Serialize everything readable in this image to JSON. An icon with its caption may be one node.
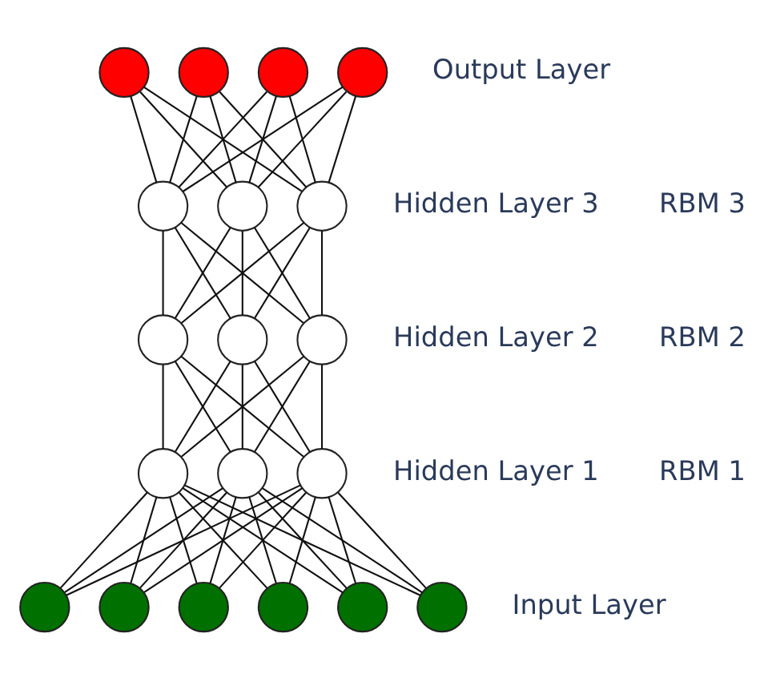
{
  "diagram": {
    "nodes": [
      {
        "text": [],
        "shape": "circle"
      },
      {
        "text": [],
        "shape": "circle"
      },
      {
        "text": [],
        "shape": "circle"
      },
      {
        "text": [],
        "shape": "circle"
      },
      {
        "text": [],
        "shape": "circle"
      },
      {
        "text": [],
        "shape": "circle"
      },
      {
        "text": [],
        "shape": "circle"
      },
      {
        "text": [],
        "shape": "circle"
      },
      {
        "text": [],
        "shape": "circle"
      },
      {
        "text": [],
        "shape": "circle"
      },
      {
        "text": [],
        "shape": "circle"
      },
      {
        "text": [],
        "shape": "circle"
      },
      {
        "text": [],
        "shape": "circle"
      },
      {
        "text": [],
        "shape": "circle"
      },
      {
        "text": [],
        "shape": "circle"
      },
      {
        "text": [],
        "shape": "circle"
      },
      {
        "text": [],
        "shape": "circle"
      },
      {
        "text": [],
        "shape": "circle"
      },
      {
        "text": [],
        "shape": "circle"
      }
    ],
    "edges": [
      {
        "from": 0,
        "to": 4,
        "arrow": "none"
      },
      {
        "from": 0,
        "to": 5,
        "arrow": "none"
      },
      {
        "from": 0,
        "to": 6,
        "arrow": "none"
      },
      {
        "from": 1,
        "to": 4,
        "arrow": "none"
      },
      {
        "from": 1,
        "to": 5,
        "arrow": "none"
      },
      {
        "from": 1,
        "to": 6,
        "arrow": "none"
      },
      {
        "from": 2,
        "to": 4,
        "arrow": "none"
      },
      {
        "from": 2,
        "to": 5,
        "arrow": "none"
      },
      {
        "from": 2,
        "to": 6,
        "arrow": "none"
      },
      {
        "from": 3,
        "to": 4,
        "arrow": "none"
      },
      {
        "from": 3,
        "to": 5,
        "arrow": "none"
      },
      {
        "from": 3,
        "to": 6,
        "arrow": "none"
      },
      {
        "from": 4,
        "to": 7,
        "arrow": "none"
      },
      {
        "from": 4,
        "to": 8,
        "arrow": "none"
      },
      {
        "from": 4,
        "to": 9,
        "arrow": "none"
      },
      {
        "from": 5,
        "to": 7,
        "arrow": "none"
      },
      {
        "from": 5,
        "to": 8,
        "arrow": "none"
      },
      {
        "from": 5,
        "to": 9,
        "arrow": "none"
      },
      {
        "from": 6,
        "to": 7,
        "arrow": "none"
      },
      {
        "from": 6,
        "to": 8,
        "arrow": "none"
      },
      {
        "from": 6,
        "to": 9,
        "arrow": "none"
      },
      {
        "from": 7,
        "to": 10,
        "arrow": "none"
      },
      {
        "from": 7,
        "to": 11,
        "arrow": "none"
      },
      {
        "from": 7,
        "to": 12,
        "arrow": "none"
      },
      {
        "from": 8,
        "to": 10,
        "arrow": "none"
      },
      {
        "from": 8,
        "to": 11,
        "arrow": "none"
      },
      {
        "from": 8,
        "to": 12,
        "arrow": "none"
      },
      {
        "from": 9,
        "to": 10,
        "arrow": "none"
      },
      {
        "from": 9,
        "to": 11,
        "arrow": "none"
      },
      {
        "from": 9,
        "to": 12,
        "arrow": "none"
      },
      {
        "from": 10,
        "to": 13,
        "arrow": "none"
      },
      {
        "from": 10,
        "to": 14,
        "arrow": "none"
      },
      {
        "from": 10,
        "to": 15,
        "arrow": "none"
      },
      {
        "from": 10,
        "to": 16,
        "arrow": "none"
      },
      {
        "from": 10,
        "to": 17,
        "arrow": "none"
      },
      {
        "from": 10,
        "to": 18,
        "arrow": "none"
      },
      {
        "from": 11,
        "to": 13,
        "arrow": "none"
      },
      {
        "from": 11,
        "to": 14,
        "arrow": "none"
      },
      {
        "from": 11,
        "to": 15,
        "arrow": "none"
      },
      {
        "from": 11,
        "to": 16,
        "arrow": "none"
      },
      {
        "from": 11,
        "to": 17,
        "arrow": "none"
      },
      {
        "from": 11,
        "to": 18,
        "arrow": "none"
      },
      {
        "from": 12,
        "to": 13,
        "arrow": "none"
      },
      {
        "from": 12,
        "to": 14,
        "arrow": "none"
      },
      {
        "from": 12,
        "to": 15,
        "arrow": "none"
      },
      {
        "from": 12,
        "to": 16,
        "arrow": "none"
      },
      {
        "from": 12,
        "to": 17,
        "arrow": "none"
      },
      {
        "from": 12,
        "to": 18,
        "arrow": "none"
      }
    ],
    "labels": [
      "Output Layer",
      "Hidden Layer 3",
      "RBM 3",
      "Hidden Layer 2",
      "RBM 2",
      "Hidden Layer 1",
      "RBM 1",
      "Input Layer"
    ]
  }
}
